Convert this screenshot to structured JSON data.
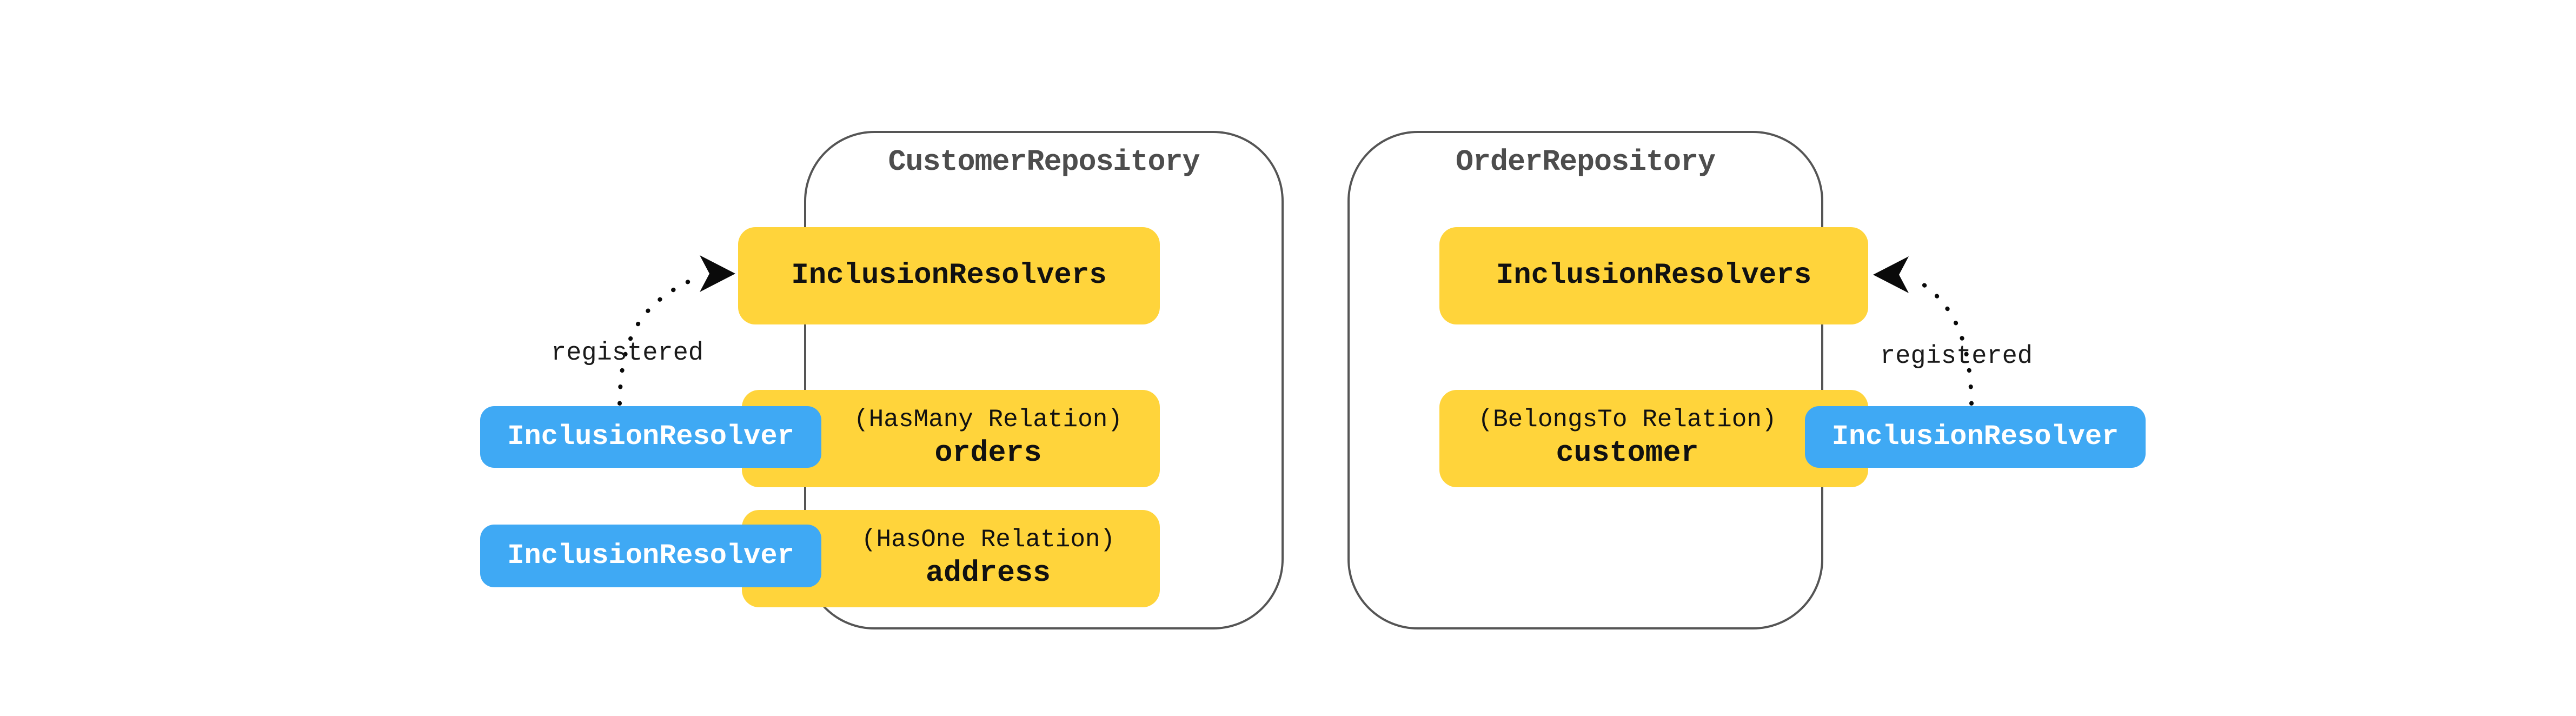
{
  "diagram": {
    "colors": {
      "background": "#ffffff",
      "yellow": "#ffd43b",
      "blue": "#3fa9f4",
      "border": "#555555",
      "title_text": "#4d4d4d",
      "box_text": "#111111",
      "chip_text": "#ffffff",
      "label_text": "#1a1a1a",
      "arrow": "#0a0a0a"
    },
    "repositories": [
      {
        "title": "CustomerRepository",
        "resolvers_label": "InclusionResolvers",
        "relations": [
          {
            "type": "(HasMany Relation)",
            "name": "orders"
          },
          {
            "type": "(HasOne Relation)",
            "name": "address"
          }
        ]
      },
      {
        "title": "OrderRepository",
        "resolvers_label": "InclusionResolvers",
        "relations": [
          {
            "type": "(BelongsTo Relation)",
            "name": "customer"
          }
        ]
      }
    ],
    "chips": [
      {
        "label": "InclusionResolver"
      },
      {
        "label": "InclusionResolver"
      },
      {
        "label": "InclusionResolver"
      }
    ],
    "edge_labels": [
      {
        "text": "registered"
      },
      {
        "text": "registered"
      }
    ]
  }
}
